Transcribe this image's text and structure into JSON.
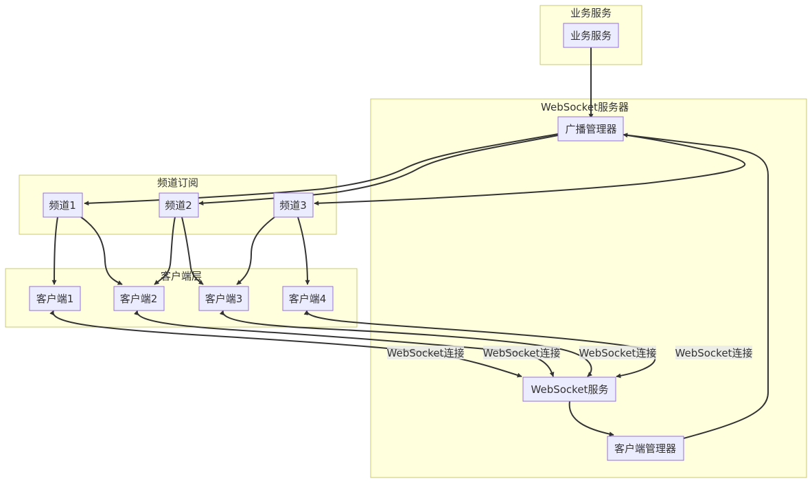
{
  "clusters": {
    "business": "业务服务",
    "ws_server": "WebSocket服务器",
    "channels": "频道订阅",
    "clients": "客户端层"
  },
  "nodes": {
    "business_service": "业务服务",
    "broadcast_manager": "广播管理器",
    "ws_service": "WebSocket服务",
    "client_manager": "客户端管理器",
    "channel1": "频道1",
    "channel2": "频道2",
    "channel3": "频道3",
    "client1": "客户端1",
    "client2": "客户端2",
    "client3": "客户端3",
    "client4": "客户端4"
  },
  "edge_labels": {
    "conn1": "WebSocket连接",
    "conn2": "WebSocket连接",
    "conn3": "WebSocket连接",
    "conn4": "WebSocket连接"
  },
  "colors": {
    "cluster_fill": "#ffffde",
    "cluster_border": "#c8c878",
    "node_fill": "#ececff",
    "node_border": "#9370db",
    "edge": "#333333"
  }
}
